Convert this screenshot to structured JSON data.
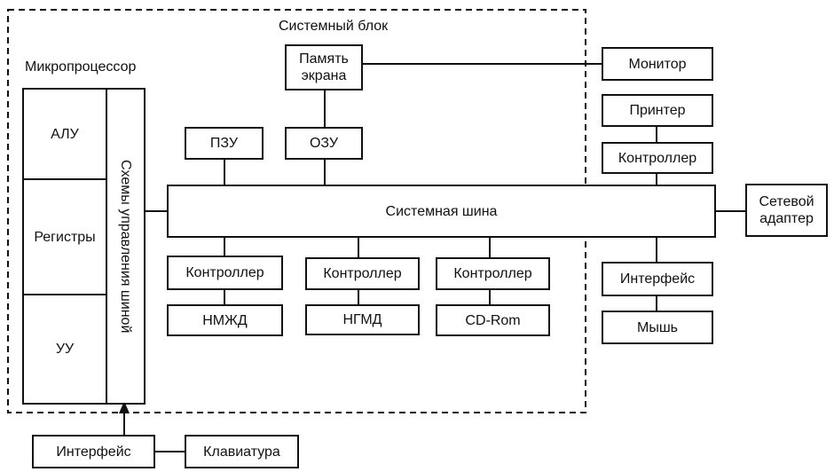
{
  "system_unit": {
    "label": "Системный блок"
  },
  "microprocessor": {
    "label": "Микропроцессор",
    "alu": "АЛУ",
    "registers": "Регистры",
    "control_unit": "УУ",
    "bus_control": "Схемы управления шиной"
  },
  "screen_memory": {
    "line1": "Память",
    "line2": "экрана"
  },
  "rom": "ПЗУ",
  "ram": "ОЗУ",
  "system_bus": "Системная шина",
  "hdd_controller": "Контроллер",
  "hdd": "НМЖД",
  "fdd_controller": "Контроллер",
  "fdd": "НГМД",
  "cd_controller": "Контроллер",
  "cdrom": "CD-Rom",
  "monitor": "Монитор",
  "printer": "Принтер",
  "printer_controller": "Контроллер",
  "network_adapter": {
    "line1": "Сетевой",
    "line2": "адаптер"
  },
  "mouse_interface": "Интерфейс",
  "mouse": "Мышь",
  "keyboard_interface": "Интерфейс",
  "keyboard": "Клавиатура"
}
